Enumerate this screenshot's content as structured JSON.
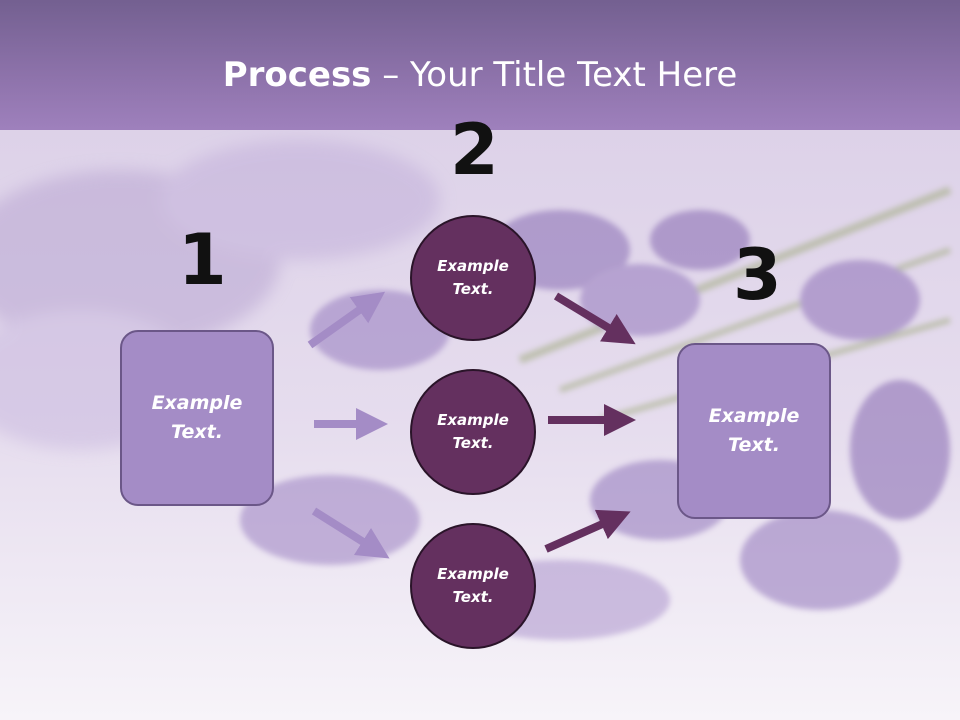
{
  "slide": {
    "title_bold": "Process",
    "title_rest": " – Your Title Text Here"
  },
  "steps": {
    "one": "1",
    "two": "2",
    "three": "3"
  },
  "left_box": {
    "label": "Example\nText."
  },
  "right_box": {
    "label": "Example\nText."
  },
  "circles": [
    {
      "label": "Example\nText."
    },
    {
      "label": "Example\nText."
    },
    {
      "label": "Example\nText."
    }
  ],
  "colors": {
    "title_band": "#8a6ea8",
    "box_fill": "#a48cc6",
    "circle_fill": "#64305f",
    "arrow_light": "#a48cc6",
    "arrow_dark": "#64305f"
  }
}
